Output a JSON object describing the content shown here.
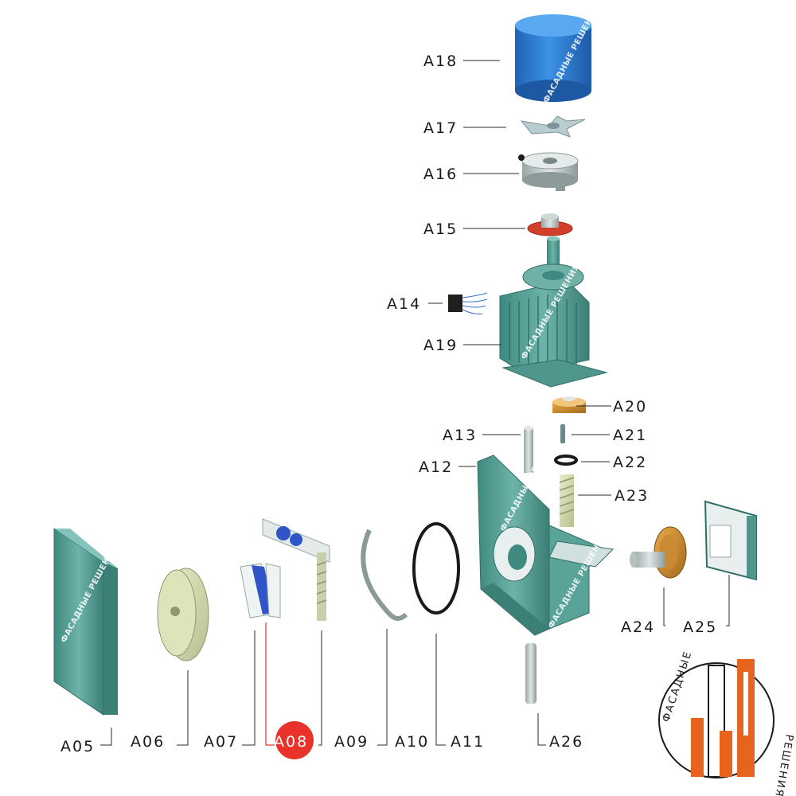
{
  "labels": {
    "a05": "A05",
    "a06": "A06",
    "a07": "A07",
    "a08": "A08",
    "a09": "A09",
    "a10": "A10",
    "a11": "A11",
    "a12": "A12",
    "a13": "A13",
    "a14": "A14",
    "a15": "A15",
    "a16": "A16",
    "a17": "A17",
    "a18": "A18",
    "a19": "A19",
    "a20": "A20",
    "a21": "A21",
    "a22": "A22",
    "a23": "A23",
    "a24": "A24",
    "a25": "A25",
    "a26": "A26"
  },
  "watermark": "ФАСАДНЫЕ РЕШЕНИЯ",
  "logo": {
    "top_text": "ФАСАДНЫЕ",
    "bottom_text": "РЕШЕНИЯ"
  },
  "colors": {
    "teal": "#5fa59b",
    "blue": "#2f7fd6",
    "highlight": "#e8322a",
    "orange": "#e8641e"
  }
}
